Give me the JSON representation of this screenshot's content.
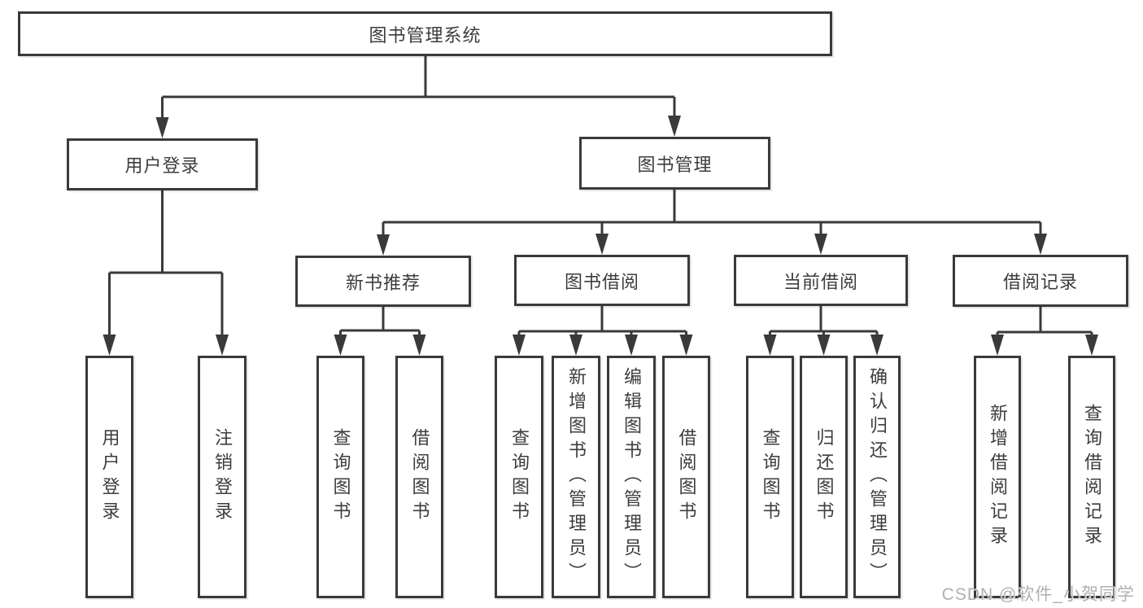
{
  "diagram": {
    "root": {
      "label": "图书管理系统"
    },
    "level2": [
      {
        "label": "用户登录"
      },
      {
        "label": "图书管理"
      }
    ],
    "level3": [
      {
        "label": "新书推荐"
      },
      {
        "label": "图书借阅"
      },
      {
        "label": "当前借阅"
      },
      {
        "label": "借阅记录"
      }
    ],
    "leaves": [
      {
        "label": "用户登录"
      },
      {
        "label": "注销登录"
      },
      {
        "label": "查询图书"
      },
      {
        "label": "借阅图书"
      },
      {
        "label": "查询图书"
      },
      {
        "label": "新增图书（管理员）"
      },
      {
        "label": "编辑图书（管理员）"
      },
      {
        "label": "借阅图书"
      },
      {
        "label": "查询图书"
      },
      {
        "label": "归还图书"
      },
      {
        "label": "确认归还（管理员）"
      },
      {
        "label": "新增借阅记录"
      },
      {
        "label": "查询借阅记录"
      }
    ],
    "watermark": "CSDN @软件_小贺同学",
    "colors": {
      "line": "#3a3a3a",
      "text": "#3d3d3d",
      "box_fill": "#ffffff",
      "watermark": "#b0b0b0"
    }
  }
}
